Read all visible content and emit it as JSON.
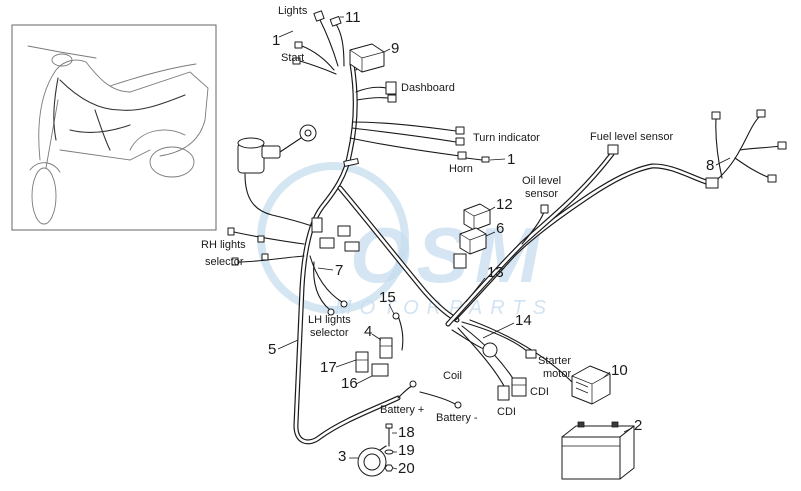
{
  "labels": {
    "lights": "Lights",
    "start": "Start",
    "dashboard": "Dashboard",
    "turn_indicator": "Turn indicator",
    "horn": "Horn",
    "fuel_level_sensor": "Fuel level sensor",
    "oil_level_sensor": [
      "Oil level",
      "sensor"
    ],
    "rh_lights_selector": [
      "RH lights",
      "selector"
    ],
    "lh_lights_selector": [
      "LH lights",
      "selector"
    ],
    "starter_motor": [
      "Starter",
      "motor"
    ],
    "coil": "Coil",
    "cdi_right": "CDI",
    "cdi_left": "CDI",
    "battery_positive": "Battery +",
    "battery_negative": "Battery -"
  },
  "callouts": [
    "11",
    "1",
    "9",
    "1",
    "8",
    "12",
    "6",
    "7",
    "13",
    "15",
    "14",
    "4",
    "5",
    "10",
    "17",
    "16",
    "2",
    "18",
    "3",
    "19",
    "20"
  ],
  "watermark": {
    "brand": "OSM",
    "tagline": "MOTORPARTS"
  },
  "colors": {
    "line": "#1a1a1a",
    "watermark": "#c7ddef",
    "frame": "#666666"
  }
}
